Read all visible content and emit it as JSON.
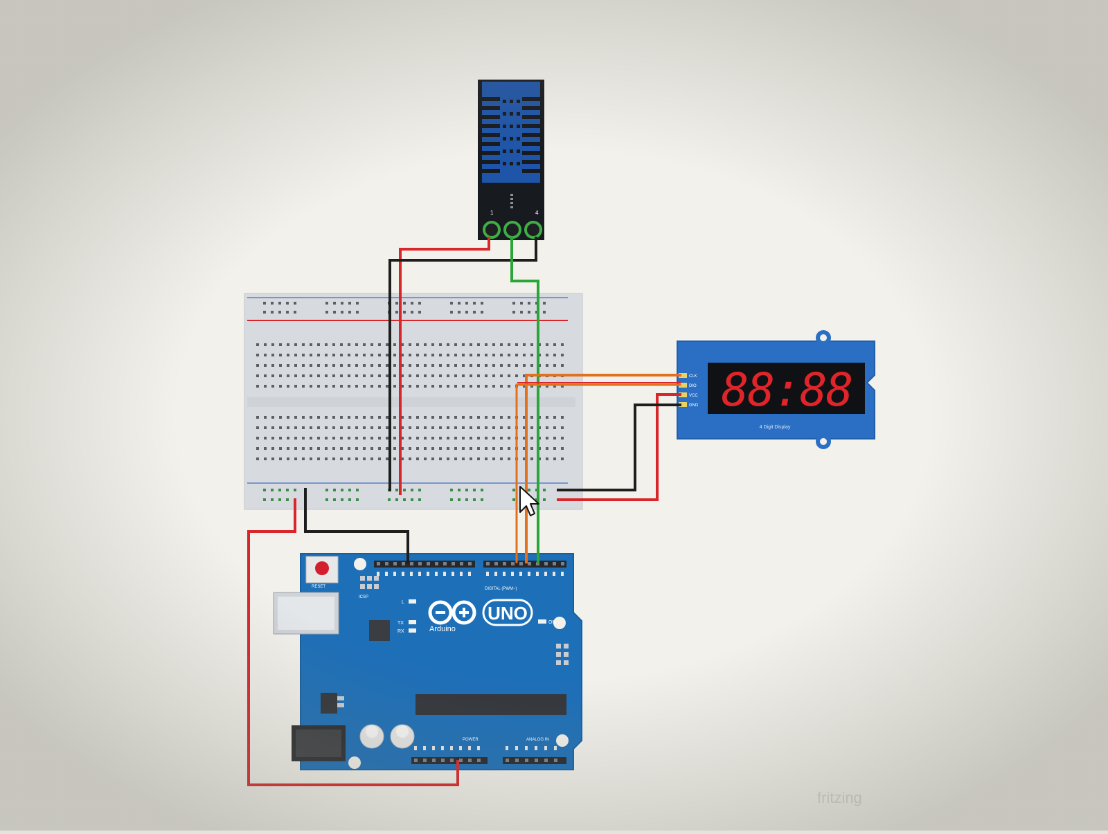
{
  "colors": {
    "screen": "#f2f1ec",
    "board_blue": "#1d6fb8",
    "sensor_blue": "#1f55a8",
    "breadboard": "#d7dadf",
    "wire_red": "#d9262b",
    "wire_black": "#1e1e1e",
    "wire_green": "#2aa538",
    "wire_orange": "#e2711f",
    "segment_red": "#e0252a"
  },
  "dht_sensor": {
    "pin_label_left": "1",
    "pin_label_right": "4"
  },
  "display_module": {
    "pin_labels": [
      "CLK",
      "DIO",
      "VCC",
      "GND"
    ],
    "segments_text": "88:88",
    "caption": "4 Digit Display"
  },
  "arduino": {
    "logo_text": "UNO",
    "brand_text": "Arduino",
    "reset_label": "RESET",
    "icsp_label": "ICSP",
    "digital_label": "DIGITAL (PWM~)",
    "power_label": "POWER",
    "analog_label": "ANALOG IN",
    "led_l": "L",
    "led_tx": "TX",
    "led_rx": "RX",
    "led_on": "ON"
  },
  "watermark": "fritzing",
  "icons": {
    "cursor": "mouse-pointer-icon"
  }
}
